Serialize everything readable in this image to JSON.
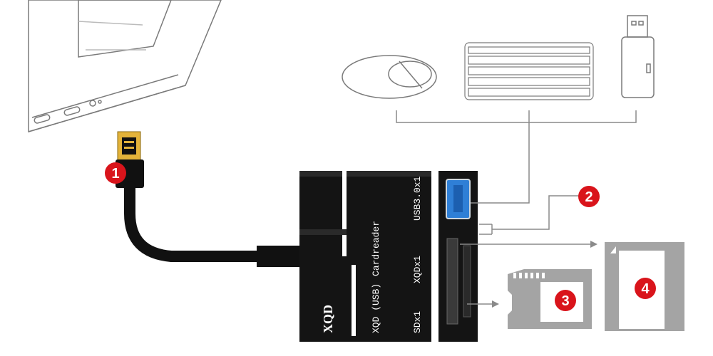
{
  "device": {
    "brand": "XQD",
    "label_usb": "XQD (USB)",
    "label_cardreader": "Cardreader",
    "label_usb_port": "USB3.0x1",
    "label_xqd_slot": "XQDx1",
    "label_sd_slot": "SDx1"
  },
  "badges": {
    "one": "1",
    "two": "2",
    "three": "3",
    "four": "4"
  },
  "icons": {
    "laptop": "laptop-icon",
    "mouse": "mouse-icon",
    "keyboard": "keyboard-icon",
    "flash_drive": "usb-flash-drive-icon",
    "sd_card": "sd-card-icon",
    "xqd_card": "xqd-card-icon"
  },
  "colors": {
    "badge_red": "#d9141b",
    "device_body": "#111111",
    "line_gray": "#9a9a9a",
    "card_gray": "#a4a4a4",
    "usb_blue": "#2f7fd6"
  }
}
